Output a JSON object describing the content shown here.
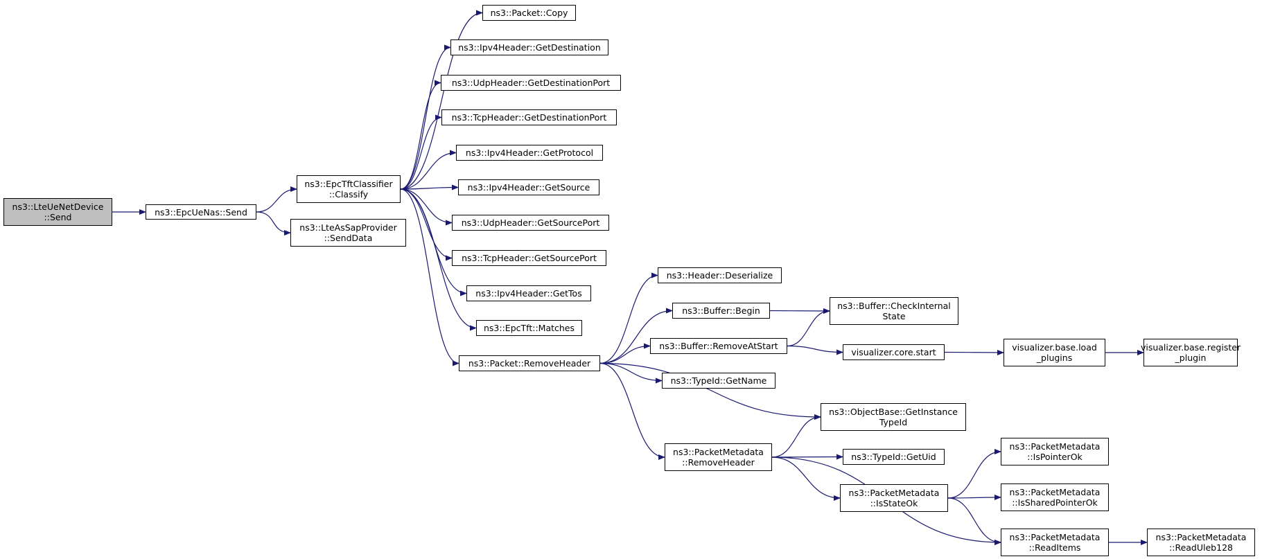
{
  "diagram": {
    "root_fill": "#bfbfbf",
    "edge_color": "#191970",
    "nodes": [
      {
        "id": "lteuenetdevice_send",
        "lines": [
          "ns3::LteUeNetDevice",
          "::Send"
        ],
        "root": true
      },
      {
        "id": "epcuenas_send",
        "lines": [
          "ns3::EpcUeNas::Send"
        ]
      },
      {
        "id": "epctftclassifier_classify",
        "lines": [
          "ns3::EpcTftClassifier",
          "::Classify"
        ]
      },
      {
        "id": "lteassapprovider_senddata",
        "lines": [
          "ns3::LteAsSapProvider",
          "::SendData"
        ]
      },
      {
        "id": "packet_copy",
        "lines": [
          "ns3::Packet::Copy"
        ]
      },
      {
        "id": "ipv4header_getdestination",
        "lines": [
          "ns3::Ipv4Header::GetDestination"
        ]
      },
      {
        "id": "udpheader_getdestinationport",
        "lines": [
          "ns3::UdpHeader::GetDestinationPort"
        ]
      },
      {
        "id": "tcpheader_getdestinationport",
        "lines": [
          "ns3::TcpHeader::GetDestinationPort"
        ]
      },
      {
        "id": "ipv4header_getprotocol",
        "lines": [
          "ns3::Ipv4Header::GetProtocol"
        ]
      },
      {
        "id": "ipv4header_getsource",
        "lines": [
          "ns3::Ipv4Header::GetSource"
        ]
      },
      {
        "id": "udpheader_getsourceport",
        "lines": [
          "ns3::UdpHeader::GetSourcePort"
        ]
      },
      {
        "id": "tcpheader_getsourceport",
        "lines": [
          "ns3::TcpHeader::GetSourcePort"
        ]
      },
      {
        "id": "ipv4header_gettos",
        "lines": [
          "ns3::Ipv4Header::GetTos"
        ]
      },
      {
        "id": "epctft_matches",
        "lines": [
          "ns3::EpcTft::Matches"
        ]
      },
      {
        "id": "packet_removeheader",
        "lines": [
          "ns3::Packet::RemoveHeader"
        ]
      },
      {
        "id": "header_deserialize",
        "lines": [
          "ns3::Header::Deserialize"
        ]
      },
      {
        "id": "buffer_begin",
        "lines": [
          "ns3::Buffer::Begin"
        ]
      },
      {
        "id": "buffer_removeatstart",
        "lines": [
          "ns3::Buffer::RemoveAtStart"
        ]
      },
      {
        "id": "typeid_getname",
        "lines": [
          "ns3::TypeId::GetName"
        ]
      },
      {
        "id": "objectbase_getinstancetypeid",
        "lines": [
          "ns3::ObjectBase::GetInstance",
          "TypeId"
        ]
      },
      {
        "id": "packetmetadata_removeheader",
        "lines": [
          "ns3::PacketMetadata",
          "::RemoveHeader"
        ]
      },
      {
        "id": "buffer_checkinternalstate",
        "lines": [
          "ns3::Buffer::CheckInternal",
          "State"
        ]
      },
      {
        "id": "visualizer_core_start",
        "lines": [
          "visualizer.core.start"
        ]
      },
      {
        "id": "typeid_getuid",
        "lines": [
          "ns3::TypeId::GetUid"
        ]
      },
      {
        "id": "packetmetadata_isstateok",
        "lines": [
          "ns3::PacketMetadata",
          "::IsStateOk"
        ]
      },
      {
        "id": "visualizer_base_load_plugins",
        "lines": [
          "visualizer.base.load",
          "_plugins"
        ]
      },
      {
        "id": "visualizer_base_register_plugin",
        "lines": [
          "visualizer.base.register",
          "_plugin"
        ]
      },
      {
        "id": "packetmetadata_ispointerok",
        "lines": [
          "ns3::PacketMetadata",
          "::IsPointerOk"
        ]
      },
      {
        "id": "packetmetadata_issharedpointerok",
        "lines": [
          "ns3::PacketMetadata",
          "::IsSharedPointerOk"
        ]
      },
      {
        "id": "packetmetadata_readitems",
        "lines": [
          "ns3::PacketMetadata",
          "::ReadItems"
        ]
      },
      {
        "id": "packetmetadata_readuleb128",
        "lines": [
          "ns3::PacketMetadata",
          "::ReadUleb128"
        ]
      }
    ],
    "edges": [
      {
        "from": "lteuenetdevice_send",
        "to": "epcuenas_send"
      },
      {
        "from": "epcuenas_send",
        "to": "epctftclassifier_classify"
      },
      {
        "from": "epcuenas_send",
        "to": "lteassapprovider_senddata"
      },
      {
        "from": "epctftclassifier_classify",
        "to": "packet_copy"
      },
      {
        "from": "epctftclassifier_classify",
        "to": "ipv4header_getdestination"
      },
      {
        "from": "epctftclassifier_classify",
        "to": "udpheader_getdestinationport"
      },
      {
        "from": "epctftclassifier_classify",
        "to": "tcpheader_getdestinationport"
      },
      {
        "from": "epctftclassifier_classify",
        "to": "ipv4header_getprotocol"
      },
      {
        "from": "epctftclassifier_classify",
        "to": "ipv4header_getsource"
      },
      {
        "from": "epctftclassifier_classify",
        "to": "udpheader_getsourceport"
      },
      {
        "from": "epctftclassifier_classify",
        "to": "tcpheader_getsourceport"
      },
      {
        "from": "epctftclassifier_classify",
        "to": "ipv4header_gettos"
      },
      {
        "from": "epctftclassifier_classify",
        "to": "epctft_matches"
      },
      {
        "from": "epctftclassifier_classify",
        "to": "packet_removeheader"
      },
      {
        "from": "packet_removeheader",
        "to": "header_deserialize"
      },
      {
        "from": "packet_removeheader",
        "to": "buffer_begin"
      },
      {
        "from": "packet_removeheader",
        "to": "buffer_removeatstart"
      },
      {
        "from": "packet_removeheader",
        "to": "typeid_getname"
      },
      {
        "from": "packet_removeheader",
        "to": "objectbase_getinstancetypeid"
      },
      {
        "from": "packet_removeheader",
        "to": "packetmetadata_removeheader"
      },
      {
        "from": "buffer_begin",
        "to": "buffer_checkinternalstate"
      },
      {
        "from": "buffer_removeatstart",
        "to": "buffer_checkinternalstate"
      },
      {
        "from": "buffer_removeatstart",
        "to": "visualizer_core_start"
      },
      {
        "from": "visualizer_core_start",
        "to": "visualizer_base_load_plugins"
      },
      {
        "from": "visualizer_base_load_plugins",
        "to": "visualizer_base_register_plugin"
      },
      {
        "from": "packetmetadata_removeheader",
        "to": "objectbase_getinstancetypeid"
      },
      {
        "from": "packetmetadata_removeheader",
        "to": "typeid_getuid"
      },
      {
        "from": "packetmetadata_removeheader",
        "to": "packetmetadata_isstateok"
      },
      {
        "from": "packetmetadata_removeheader",
        "to": "packetmetadata_readitems"
      },
      {
        "from": "packetmetadata_isstateok",
        "to": "packetmetadata_ispointerok"
      },
      {
        "from": "packetmetadata_isstateok",
        "to": "packetmetadata_issharedpointerok"
      },
      {
        "from": "packetmetadata_isstateok",
        "to": "packetmetadata_readitems"
      },
      {
        "from": "packetmetadata_readitems",
        "to": "packetmetadata_readuleb128"
      }
    ]
  }
}
